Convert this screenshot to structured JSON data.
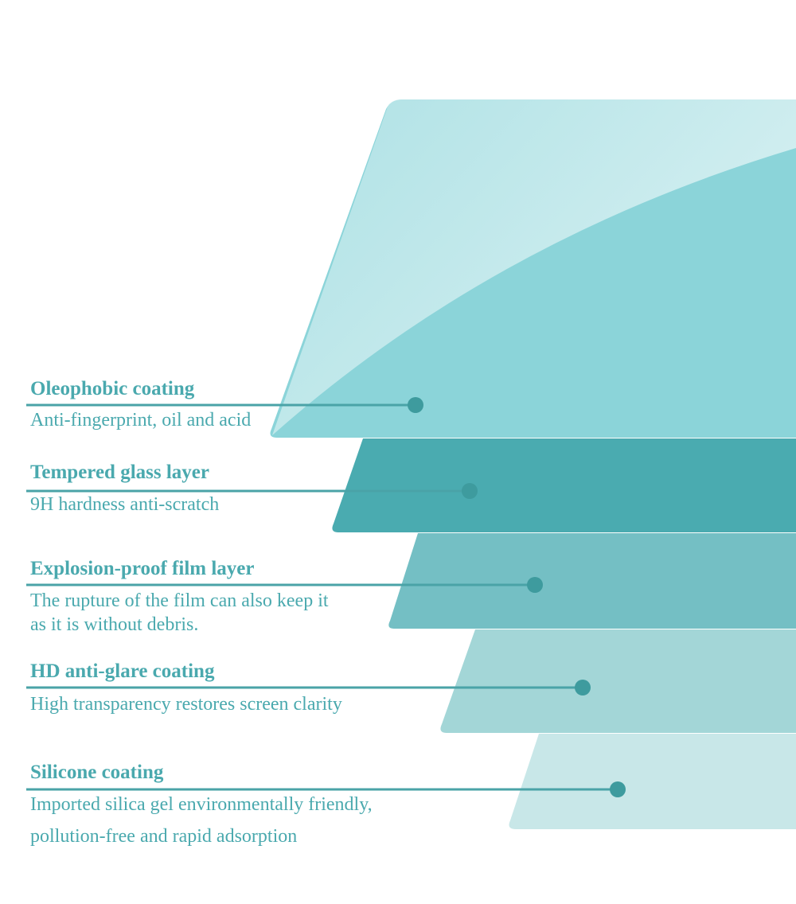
{
  "colors": {
    "text": "#4aa9ae",
    "line": "#4aa3a7",
    "dot": "#3e9b9e",
    "layer_oleophobic": "#8bd4d9",
    "layer_oleophobic_highlight": "#c9ecee",
    "layer_tempered": "#4aabb0",
    "layer_explosion": "#74bfc4",
    "layer_antiglare": "#a3d6d7",
    "layer_silicone": "#c8e7e8"
  },
  "layers": [
    {
      "title": "Oleophobic coating",
      "desc": [
        "Anti-fingerprint, oil and acid"
      ]
    },
    {
      "title": "Tempered glass layer",
      "desc": [
        "9H hardness anti-scratch"
      ]
    },
    {
      "title": "Explosion-proof film layer",
      "desc": [
        "The rupture of the film can also keep it",
        "as it is without debris."
      ]
    },
    {
      "title": "HD anti-glare coating",
      "desc": [
        "High transparency restores screen clarity"
      ]
    },
    {
      "title": "Silicone coating",
      "desc": [
        "Imported silica gel environmentally friendly,",
        "pollution-free and rapid adsorption"
      ]
    }
  ]
}
